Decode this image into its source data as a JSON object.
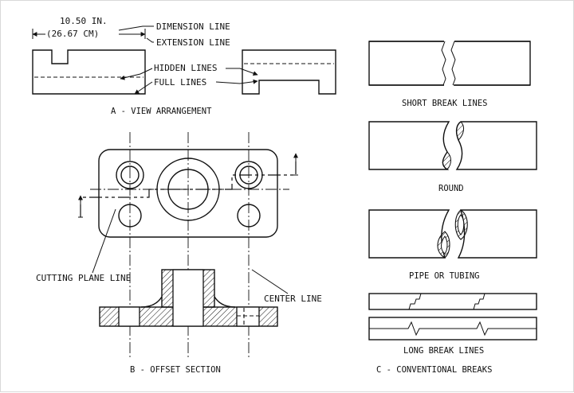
{
  "view_a": {
    "dimension_inches": "10.50 IN.",
    "dimension_cm": "(26.67 CM)",
    "dimension_line_label": "DIMENSION LINE",
    "extension_line_label": "EXTENSION LINE",
    "hidden_lines_label": "HIDDEN LINES",
    "full_lines_label": "FULL LINES",
    "caption": "A - VIEW ARRANGEMENT"
  },
  "view_b": {
    "cutting_plane_label": "CUTTING PLANE LINE",
    "center_line_label": "CENTER LINE",
    "caption": "B - OFFSET SECTION"
  },
  "view_c": {
    "short_break_label": "SHORT BREAK LINES",
    "round_label": "ROUND",
    "pipe_label": "PIPE OR TUBING",
    "long_break_label": "LONG BREAK LINES",
    "caption": "C - CONVENTIONAL BREAKS"
  }
}
